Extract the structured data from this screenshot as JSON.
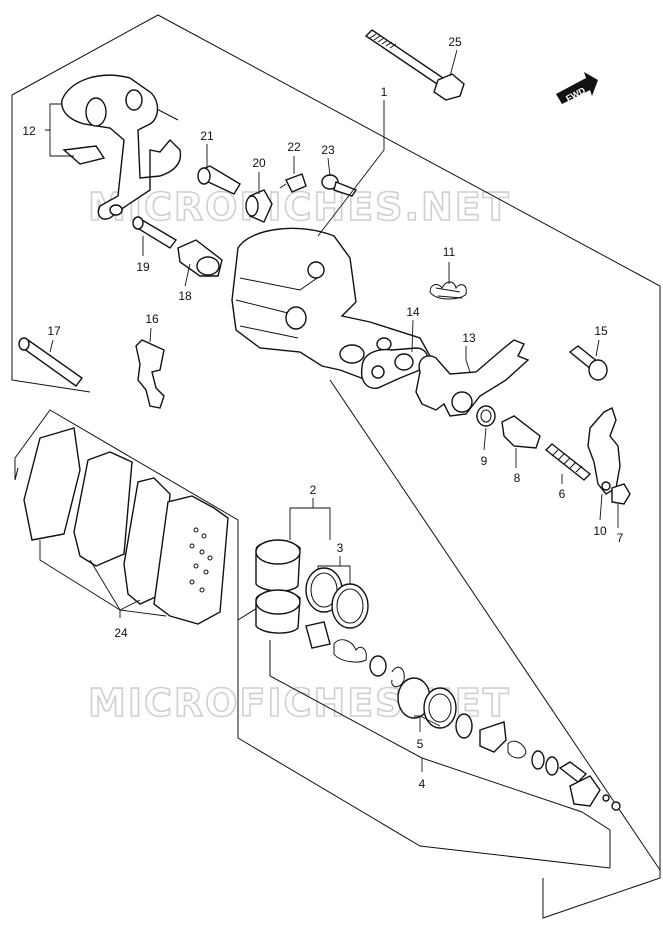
{
  "watermark": "MICROFICHES.NET",
  "fwd_label": "FWD",
  "callouts": {
    "c1": "1",
    "c2": "2",
    "c3": "3",
    "c4": "4",
    "c5": "5",
    "c6": "6",
    "c7": "7",
    "c8": "8",
    "c9": "9",
    "c10": "10",
    "c11": "11",
    "c12": "12",
    "c13": "13",
    "c14": "14",
    "c15": "15",
    "c16": "16",
    "c17": "17",
    "c18": "18",
    "c19": "19",
    "c20": "20",
    "c21": "21",
    "c22": "22",
    "c23": "23",
    "c24": "24",
    "c25": "25"
  }
}
